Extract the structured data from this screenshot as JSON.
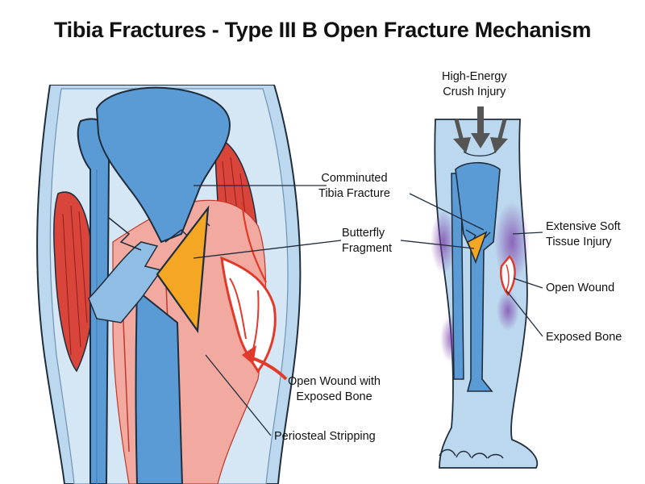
{
  "title": "Tibia Fractures - Type III B Open Fracture Mechanism",
  "left_panel": {
    "labels": {
      "comminuted": [
        "Comminuted",
        "Tibia Fracture"
      ],
      "butterfly": [
        "Butterfly",
        "Fragment"
      ],
      "open_wound": [
        "Open Wound with",
        "Exposed Bone"
      ],
      "periosteal": [
        "Periosteal Stripping"
      ]
    }
  },
  "right_panel": {
    "labels": {
      "crush": [
        "High-Energy",
        "Crush Injury"
      ],
      "soft_tissue": [
        "Extensive Soft",
        "Tissue Injury"
      ],
      "open_wound": [
        "Open Wound"
      ],
      "exposed_bone": [
        "Exposed Bone"
      ]
    }
  },
  "colors": {
    "bone": "#5b9bd5",
    "bone_outline": "#1f2d3d",
    "skin": "#bcd8ee",
    "muscle": "#d9453a",
    "tissue": "#f1a9a0",
    "fragment": "#f5a623",
    "bruise": "#8a4fb5",
    "wound": "#e23a2a"
  }
}
